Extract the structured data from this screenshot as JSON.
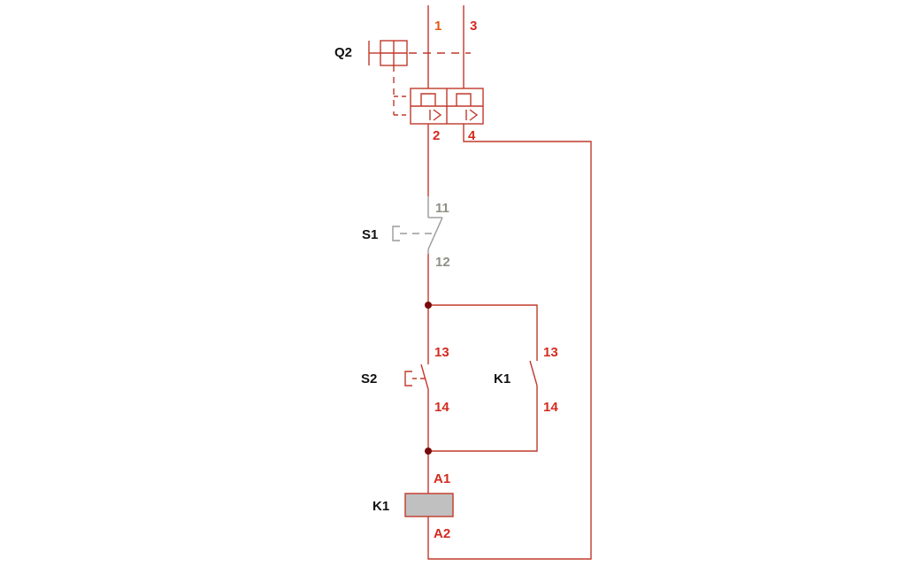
{
  "colors": {
    "wire": "#c0392b",
    "wire_gray": "#9a9a9a",
    "node": "#7a0a0a",
    "coil_fill": "#c0c0c0",
    "label_black": "#111111",
    "terminal_red": "#d42a1f",
    "terminal_orange": "#e05a10",
    "terminal_gray": "#8f8f85"
  },
  "devices": {
    "q2": "Q2",
    "s1": "S1",
    "s2": "S2",
    "k1_contact": "K1",
    "k1_coil": "K1"
  },
  "terminals": {
    "q2_in_left": "1",
    "q2_in_right": "3",
    "q2_out_left": "2",
    "q2_out_right": "4",
    "s1_top": "11",
    "s1_bottom": "12",
    "s2_top": "13",
    "s2_bottom": "14",
    "k1_top": "13",
    "k1_bottom": "14",
    "coil_top": "A1",
    "coil_bottom": "A2"
  },
  "icons": [
    "thermal-trip-icon",
    "push-button-actuator-icon",
    "relay-coil-icon"
  ]
}
